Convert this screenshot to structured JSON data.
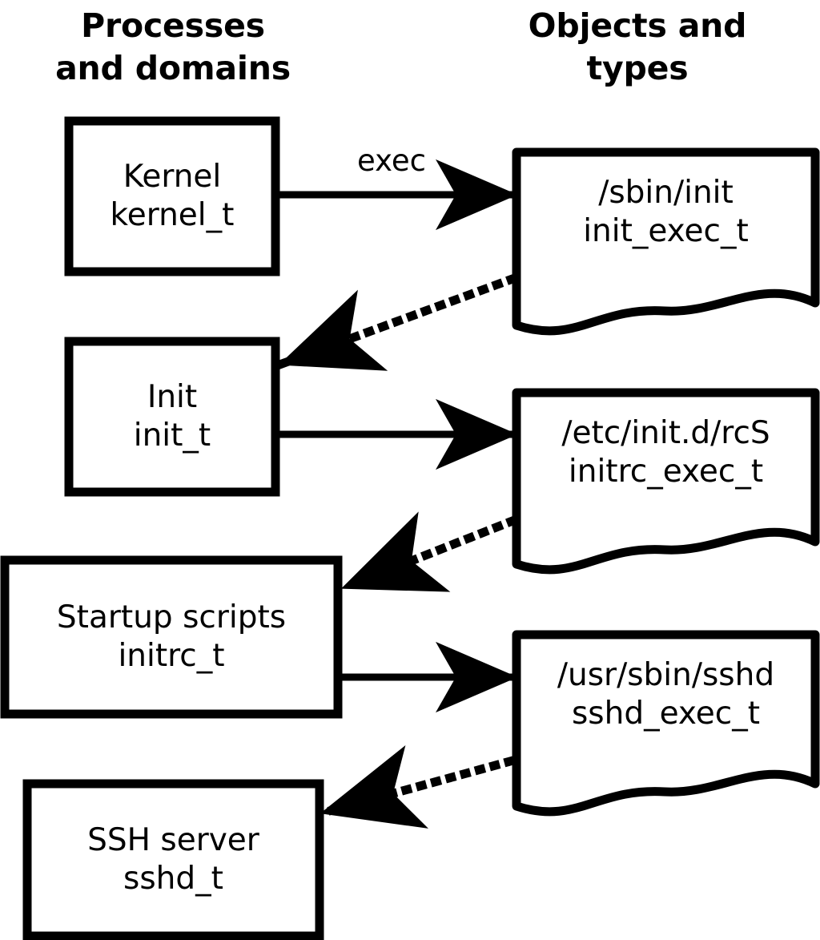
{
  "headers": {
    "left": "Processes\nand domains",
    "right": "Objects and\ntypes"
  },
  "colors": {
    "stroke": "#000000",
    "fill": "#ffffff",
    "text": "#000000"
  },
  "process_nodes": [
    {
      "id": "kernel",
      "name": "Kernel",
      "type": "kernel_t"
    },
    {
      "id": "init",
      "name": "Init",
      "type": "init_t"
    },
    {
      "id": "initrc",
      "name": "Startup scripts",
      "type": "initrc_t"
    },
    {
      "id": "sshd",
      "name": "SSH server",
      "type": "sshd_t"
    }
  ],
  "object_nodes": [
    {
      "id": "init_exec",
      "path": "/sbin/init",
      "type": "init_exec_t"
    },
    {
      "id": "initrc_exec",
      "path": "/etc/init.d/rcS",
      "type": "initrc_exec_t"
    },
    {
      "id": "sshd_exec",
      "path": "/usr/sbin/sshd",
      "type": "sshd_exec_t"
    }
  ],
  "edges": [
    {
      "id": "e1",
      "from": "kernel",
      "to": "init_exec",
      "label": "exec",
      "style": "solid"
    },
    {
      "id": "e2",
      "from": "init_exec",
      "to": "init",
      "label": "",
      "style": "dotted"
    },
    {
      "id": "e3",
      "from": "init",
      "to": "initrc_exec",
      "label": "",
      "style": "solid"
    },
    {
      "id": "e4",
      "from": "initrc_exec",
      "to": "initrc",
      "label": "",
      "style": "dotted"
    },
    {
      "id": "e5",
      "from": "initrc",
      "to": "sshd_exec",
      "label": "",
      "style": "solid"
    },
    {
      "id": "e6",
      "from": "sshd_exec",
      "to": "sshd",
      "label": "",
      "style": "dotted"
    }
  ]
}
